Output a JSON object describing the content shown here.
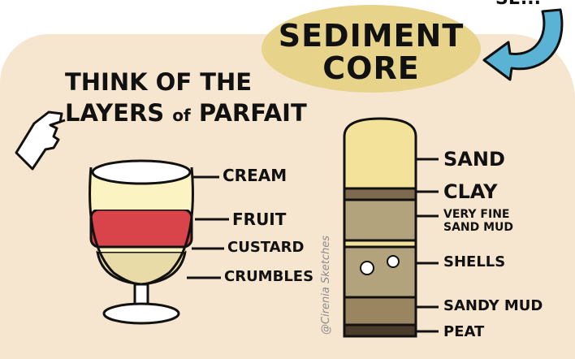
{
  "title": {
    "line1": "SEDIMENT",
    "line2": "CORE",
    "corner_fragment": "SE..."
  },
  "heading": {
    "line1": "THINK OF THE",
    "line2_big": "LAYERS",
    "line2_small": "of",
    "line2_end": "PARFAIT"
  },
  "parfait_labels": [
    "CREAM",
    "FRUIT",
    "CUSTARD",
    "CRUMBLES"
  ],
  "core_labels": [
    "SAND",
    "CLAY",
    "VERY FINE",
    "SAND MUD",
    "SHELLS",
    "SANDY MUD",
    "PEAT"
  ],
  "credit": "@Cirenia Sketches",
  "colors": {
    "background": "#f6e6cf",
    "title_bubble": "#e8d38a",
    "arrow": "#5ab3d4",
    "sand": "#f3e39a",
    "clay": "#7d6a4f",
    "mud": "#b3a37c",
    "sandy_mud": "#9a8561",
    "peat": "#4a3b2a",
    "fruit": "#d9434a"
  }
}
